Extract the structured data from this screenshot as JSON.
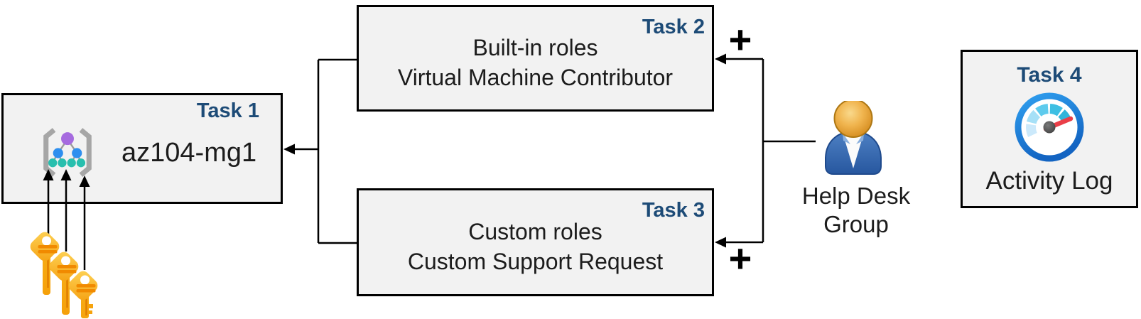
{
  "colors": {
    "accent_text": "#1D4B77",
    "box_fill": "#F2F2F2",
    "box_border": "#000000",
    "connector": "#000000",
    "key_gold": "#F7A50F",
    "person_body_blue": "#2F5FA7",
    "person_head_gold": "#E9A93C",
    "gauge_ring_blue": "#1E83DD",
    "gauge_needle_red": "#EA3E48",
    "mg_purple": "#A66BDF",
    "mg_blue": "#2E8FEF",
    "mg_teal": "#28BFAE"
  },
  "tasks": {
    "task1": {
      "label": "Task 1",
      "name": "az104-mg1",
      "icon": "management-group-icon"
    },
    "task2": {
      "label": "Task 2",
      "line1": "Built-in roles",
      "line2": "Virtual Machine Contributor"
    },
    "task3": {
      "label": "Task 3",
      "line1": "Custom roles",
      "line2": "Custom Support Request"
    },
    "task4": {
      "label": "Task 4",
      "name": "Activity Log",
      "icon": "activity-log-gauge-icon"
    }
  },
  "actors": {
    "help_desk_group": {
      "line1": "Help Desk",
      "line2": "Group",
      "icon": "person-icon"
    },
    "keys": {
      "icon": "keys-icon",
      "count": 3
    }
  },
  "symbols": {
    "plus": "+"
  }
}
